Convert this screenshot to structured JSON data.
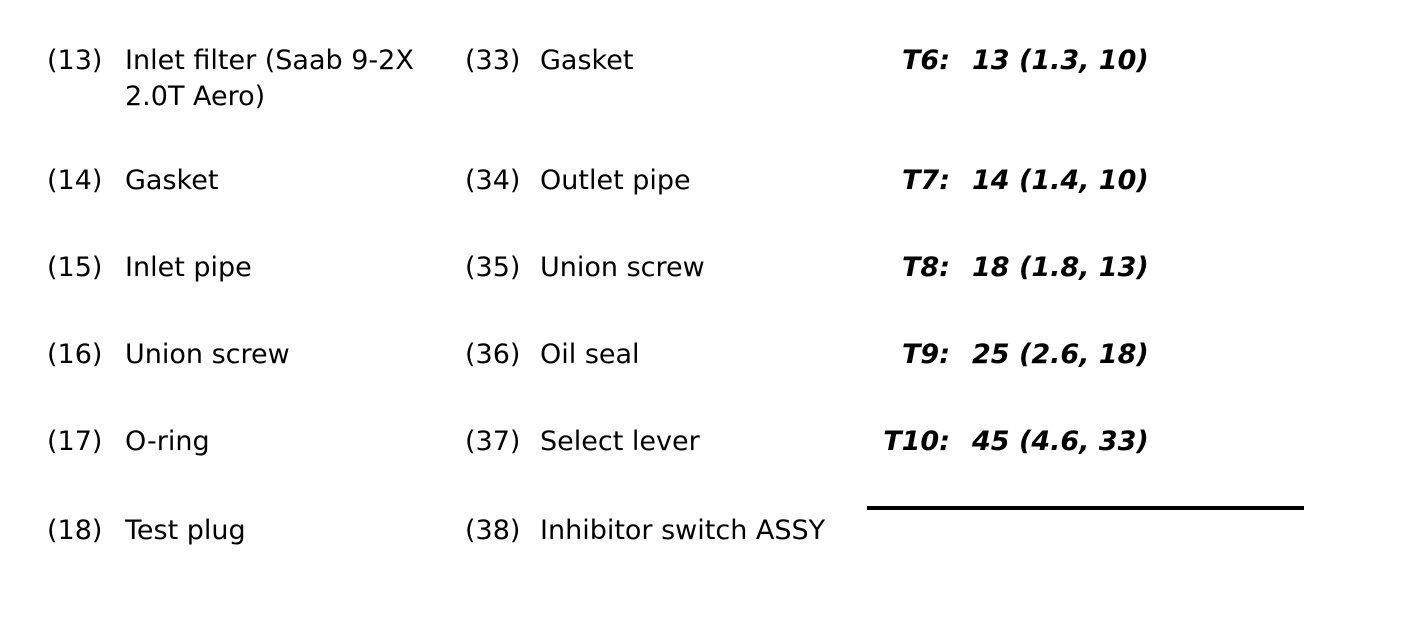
{
  "page": {
    "background_color": "#ffffff",
    "text_color": "#000000"
  },
  "parts_left": [
    {
      "num": "(13)",
      "name": "Inlet filter (Saab 9-2X 2.0T Aero)"
    },
    {
      "num": "(14)",
      "name": "Gasket"
    },
    {
      "num": "(15)",
      "name": "Inlet pipe"
    },
    {
      "num": "(16)",
      "name": "Union screw"
    },
    {
      "num": "(17)",
      "name": "O-ring"
    },
    {
      "num": "(18)",
      "name": "Test plug"
    }
  ],
  "parts_middle": [
    {
      "num": "(33)",
      "name": "Gasket"
    },
    {
      "num": "(34)",
      "name": "Outlet pipe"
    },
    {
      "num": "(35)",
      "name": "Union screw"
    },
    {
      "num": "(36)",
      "name": "Oil seal"
    },
    {
      "num": "(37)",
      "name": "Select lever"
    },
    {
      "num": "(38)",
      "name": "Inhibitor switch ASSY"
    }
  ],
  "torques": [
    {
      "label": "T6:",
      "value": "13 (1.3, 10)"
    },
    {
      "label": "T7:",
      "value": "14 (1.4, 10)"
    },
    {
      "label": "T8:",
      "value": "18 (1.8, 13)"
    },
    {
      "label": "T9:",
      "value": "25 (2.6, 18)"
    },
    {
      "label": "T10:",
      "value": "45 (4.6, 33)"
    }
  ]
}
